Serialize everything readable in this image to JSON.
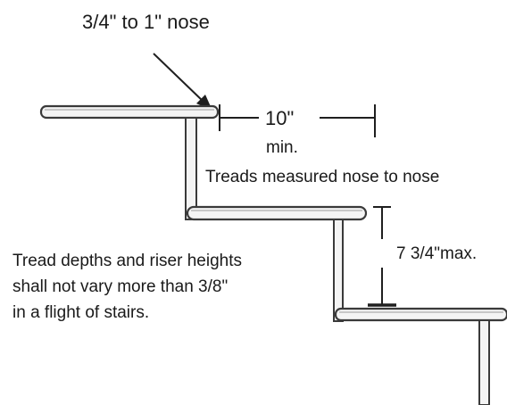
{
  "labels": {
    "nose_callout": "3/4\" to 1\" nose",
    "tread_min_value": "10\"",
    "tread_min_unit": "min.",
    "tread_measure_note": "Treads measured nose to nose",
    "riser_max": "7 3/4\"max.",
    "variance_note": [
      "Tread depths and riser heights",
      "shall not vary more than 3/8\"",
      "in a flight of stairs."
    ]
  }
}
